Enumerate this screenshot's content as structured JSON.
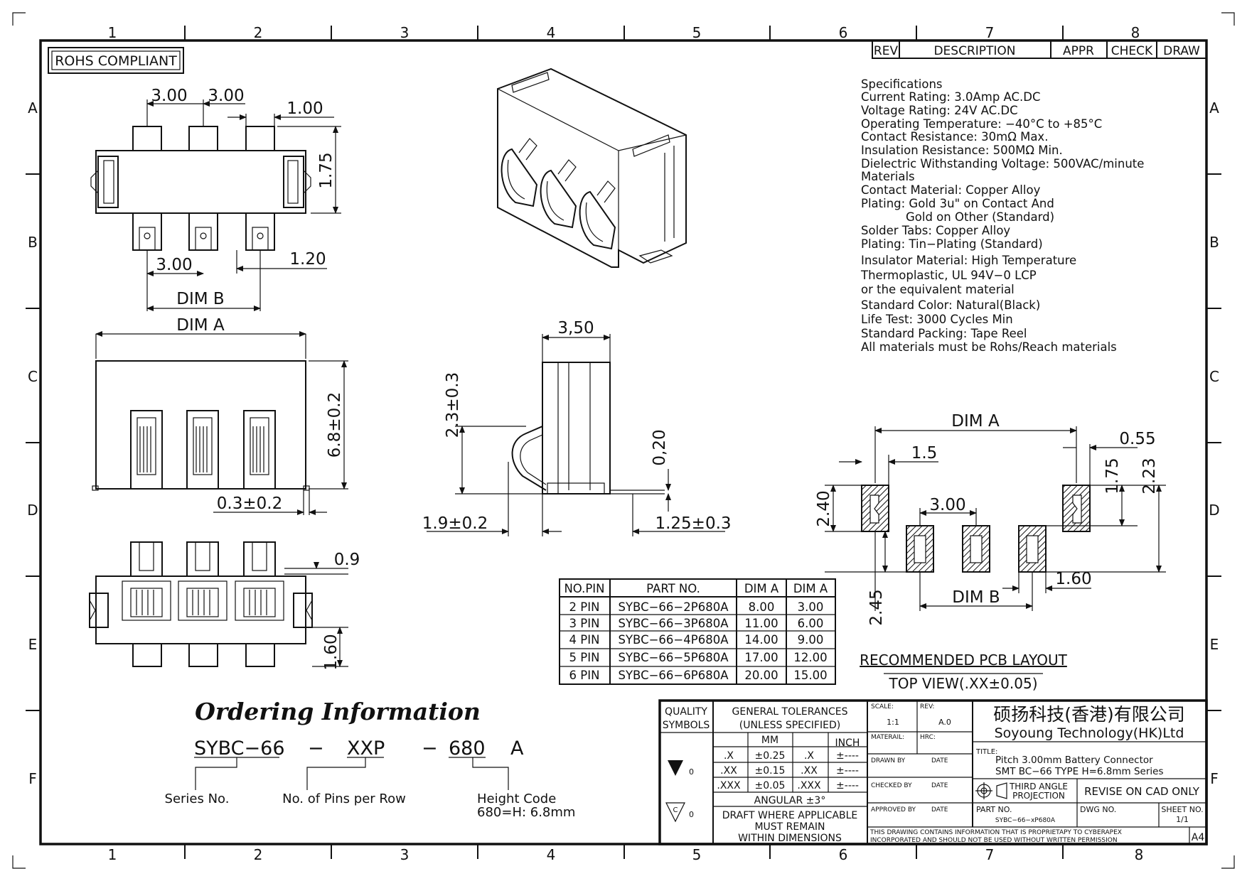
{
  "border": {
    "columns_top": [
      "1",
      "2",
      "3",
      "4",
      "5",
      "6",
      "7",
      "8"
    ],
    "columns_bottom": [
      "1",
      "2",
      "3",
      "4",
      "5",
      "6",
      "7",
      "8"
    ],
    "rows": [
      "A",
      "B",
      "C",
      "D",
      "E",
      "F"
    ]
  },
  "rohs": "ROHS COMPLIANT",
  "rev_table": {
    "rev": "REV",
    "description": "DESCRIPTION",
    "appr": "APPR",
    "check": "CHECK",
    "draw": "DRAW"
  },
  "specs": [
    "Specifications",
    "Current Rating: 3.0Amp AC.DC",
    "Voltage Rating: 24V AC.DC",
    "Operating Temperature: −40°C to +85°C",
    "Contact Resistance: 30mΩ Max.",
    "Insulation Resistance: 500MΩ Min.",
    "Dielectric Withstanding Voltage: 500VAC/minute",
    "Materials",
    "Contact Material: Copper Alloy",
    "Plating: Gold 3u\" on Contact And",
    "Gold on Other (Standard)",
    "Solder Tabs: Copper Alloy",
    "Plating: Tin−Plating (Standard)",
    "Insulator Material: High Temperature",
    "Thermoplastic, UL 94V−0 LCP",
    "or the equivalent material",
    "Standard Color: Natural(Black)",
    "Life Test: 3000 Cycles Min",
    "Standard Packing: Tape Reel",
    "All materials must be Rohs/Reach materials"
  ],
  "dims": {
    "top_pitch_1": "3.00",
    "top_pitch_2": "3.00",
    "top_pin_width": "1.00",
    "top_height": "1.75",
    "bottom_pitch": "3.00",
    "bottom_offset": "1.20",
    "dim_b": "DIM B",
    "dim_a": "DIM A",
    "front_height": "6.8±0.2",
    "front_tab": "0.3±0.2",
    "bottom_tab": "0.9",
    "bottom_len": "1.60",
    "side_width": "3,50",
    "side_contact": "2.3±0.3",
    "side_thk": "0,20",
    "side_left": "1.9±0.2",
    "side_right": "1.25±0.3",
    "pcb_dim_a": "DIM A",
    "pcb_15": "1.5",
    "pcb_055": "0.55",
    "pcb_175": "1.75",
    "pcb_223": "2.23",
    "pcb_240": "2.40",
    "pcb_300": "3.00",
    "pcb_160": "1.60",
    "pcb_245": "2.45",
    "pcb_dim_b": "DIM B"
  },
  "pcb_layout_label": "RECOMMENDED PCB LAYOUT",
  "pcb_layout_view": "TOP VIEW(.XX±0.05)",
  "part_table": {
    "headers": [
      "NO.PIN",
      "PART NO.",
      "DIM A",
      "DIM A"
    ],
    "rows": [
      [
        "2 PIN",
        "SYBC−66−2P680A",
        "8.00",
        "3.00"
      ],
      [
        "3 PIN",
        "SYBC−66−3P680A",
        "11.00",
        "6.00"
      ],
      [
        "4 PIN",
        "SYBC−66−4P680A",
        "14.00",
        "9.00"
      ],
      [
        "5 PIN",
        "SYBC−66−5P680A",
        "17.00",
        "12.00"
      ],
      [
        "6 PIN",
        "SYBC−66−6P680A",
        "20.00",
        "15.00"
      ]
    ]
  },
  "ordering": {
    "title": "Ordering Information",
    "part_a": "SYBC−66",
    "dash1": "−",
    "part_b": "XXP",
    "dash2": "−",
    "part_c": "680",
    "part_d": "A",
    "series": "Series No.",
    "pins": "No. of Pins per Row",
    "height": "Height Code",
    "height_val": "680=H: 6.8mm"
  },
  "title_block": {
    "quality": "QUALITY",
    "symbols": "SYMBOLS",
    "gen_tol": "GENERAL TOLERANCES",
    "unless": "(UNLESS SPECIFIED)",
    "mm": "MM",
    "inch": "INCH",
    "tol_rows": [
      [
        ".X",
        "±0.25",
        ".X",
        "±----"
      ],
      [
        ".XX",
        "±0.15",
        ".XX",
        "±----"
      ],
      [
        ".XXX",
        "±0.05",
        ".XXX",
        "±----"
      ]
    ],
    "angular": "ANGULAR ±3°",
    "draft1": "DRAFT WHERE APPLICABLE",
    "draft2": "MUST REMAIN",
    "draft3": "WITHIN DIMENSIONS",
    "sym_zero_1": "0",
    "sym_zero_2": "0",
    "sym_c": "C",
    "scale_lbl": "SCALE:",
    "scale_val": "1:1",
    "rev_lbl": "REV:",
    "rev_val": "A.0",
    "material_lbl": "MATERAIL:",
    "hrc_lbl": "HRC:",
    "drawn_by": "DRAWN BY",
    "checked_by": "CHECKED BY",
    "approved_by": "APPROVED BY",
    "date1": "DATE",
    "date2": "DATE",
    "date3": "DATE",
    "company_cn": "硕扬科技(香港)有限公司",
    "company_en": "Soyoung Technology(HK)Ltd",
    "title_lbl": "TITLE:",
    "title_line1": "Pitch 3.00mm Battery Connector",
    "title_line2": "SMT BC−66 TYPE H=6.8mm Series",
    "projection1": "THIRD ANGLE",
    "projection2": "PROJECTION",
    "revise": "REVISE ON CAD ONLY",
    "part_no_lbl": "PART NO.",
    "part_no_val": "SYBC−66−xP680A",
    "dwg_no_lbl": "DWG NO.",
    "sheet_lbl": "SHEET NO.",
    "sheet_val": "1/1",
    "notice1": "THIS DRAWING CONTAINS INFORMATION THAT IS PROPRIETAPY TO CYBERAPEX",
    "notice2": "INCORPORATED AND SHOULD NOT BE USED WITHOUT WRITTEN PERMISSION",
    "sheet_size": "A4"
  }
}
